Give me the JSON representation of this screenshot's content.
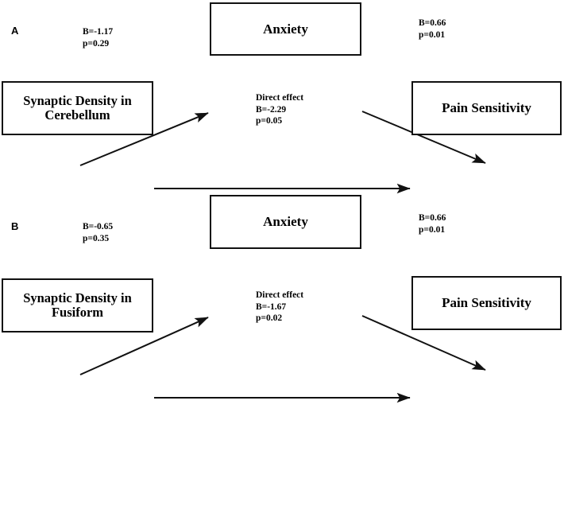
{
  "figure": {
    "type": "mediation-diagram",
    "panels": [
      {
        "letter": "A",
        "nodes": {
          "predictor": "Synaptic Density in Cerebellum",
          "mediator": "Anxiety",
          "outcome": "Pain Sensitivity"
        },
        "paths": {
          "a": {
            "b_label": "B=-1.17",
            "p_label": "p=0.29",
            "B": -1.17,
            "p": 0.29
          },
          "b": {
            "b_label": "B=0.66",
            "p_label": "p=0.01",
            "B": 0.66,
            "p": 0.01
          },
          "c": {
            "title": "Direct effect",
            "b_label": "B=-2.29",
            "p_label": "p=0.05",
            "B": -2.29,
            "p": 0.05
          }
        }
      },
      {
        "letter": "B",
        "nodes": {
          "predictor": "Synaptic Density in Fusiform",
          "mediator": "Anxiety",
          "outcome": "Pain Sensitivity"
        },
        "paths": {
          "a": {
            "b_label": "B=-0.65",
            "p_label": "p=0.35",
            "B": -0.65,
            "p": 0.35
          },
          "b": {
            "b_label": "B=0.66",
            "p_label": "p=0.01",
            "B": 0.66,
            "p": 0.01
          },
          "c": {
            "title": "Direct effect",
            "b_label": "B=-1.67",
            "p_label": "p=0.02",
            "B": -1.67,
            "p": 0.02
          }
        }
      }
    ],
    "colors": {
      "stroke": "#111111",
      "background": "#ffffff",
      "text": "#000000"
    }
  }
}
